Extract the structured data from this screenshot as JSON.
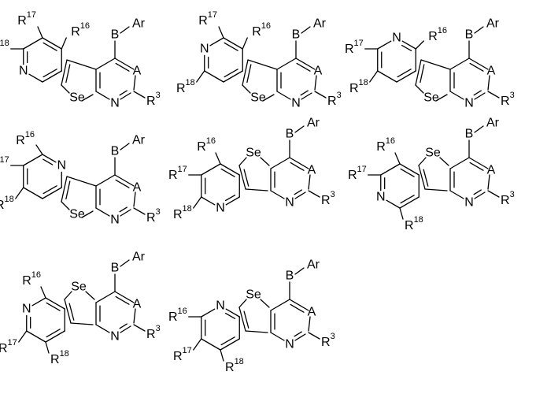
{
  "atoms": {
    "A": "A",
    "N": "N",
    "Se": "Se",
    "B": "B",
    "Ar": "Ar",
    "R3": "R",
    "R3_sup": "3",
    "R16": "R",
    "R16_sup": "16",
    "R17": "R",
    "R17_sup": "17",
    "R18": "R",
    "R18_sup": "18"
  },
  "structures": [
    {
      "id": 1,
      "variant": "selenopheno[2,3-b]pyridine fused, N bottom-left"
    },
    {
      "id": 2,
      "variant": "selenopheno[2,3-c]pyridine fused, N left"
    },
    {
      "id": 3,
      "variant": "selenopheno[3,2-c]pyridine fused, N top"
    },
    {
      "id": 4,
      "variant": "selenopheno[3,2-b]pyridine fused, N top-right"
    },
    {
      "id": 5,
      "variant": "Se top, pyridine N bottom (2,3-b)"
    },
    {
      "id": 6,
      "variant": "Se top, pyridine N bottom-left (2,3-c)"
    },
    {
      "id": 7,
      "variant": "Se top, pyridine N left (3,2-c)"
    },
    {
      "id": 8,
      "variant": "Se top, pyridine N top-left (3,2-b)"
    }
  ]
}
